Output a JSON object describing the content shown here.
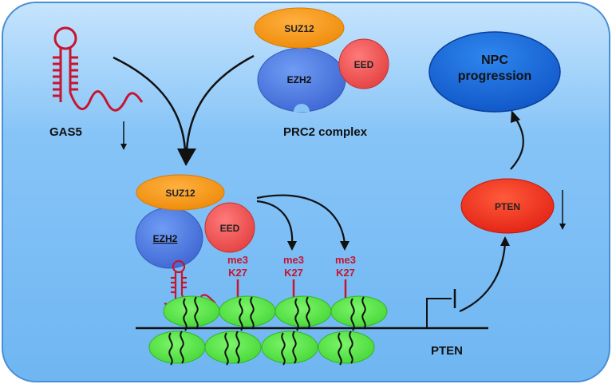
{
  "labels": {
    "gas5": "GAS5",
    "prc2_complex": "PRC2 complex",
    "pten_gene": "PTEN"
  },
  "prc2_top": {
    "suz12": "SUZ12",
    "ezh2": "EZH2",
    "eed": "EED"
  },
  "prc2_bound": {
    "suz12": "SUZ12",
    "ezh2": "EZH2",
    "eed": "EED"
  },
  "marks": [
    {
      "line1": "me3",
      "line2": "K27"
    },
    {
      "line1": "me3",
      "line2": "K27"
    },
    {
      "line1": "me3",
      "line2": "K27"
    }
  ],
  "pten_protein": "PTEN",
  "npc": {
    "line1": "NPC",
    "line2": "progression"
  },
  "colors": {
    "background_top": "#bfe0fc",
    "background": "#7ec0f6",
    "suz12": "#f5920e",
    "ezh2": "#4a78df",
    "eed": "#f05050",
    "nucleosome": "#55e84a",
    "rna": "#c8142e",
    "pten": "#ee2a1a",
    "npc": "#1460d0"
  }
}
